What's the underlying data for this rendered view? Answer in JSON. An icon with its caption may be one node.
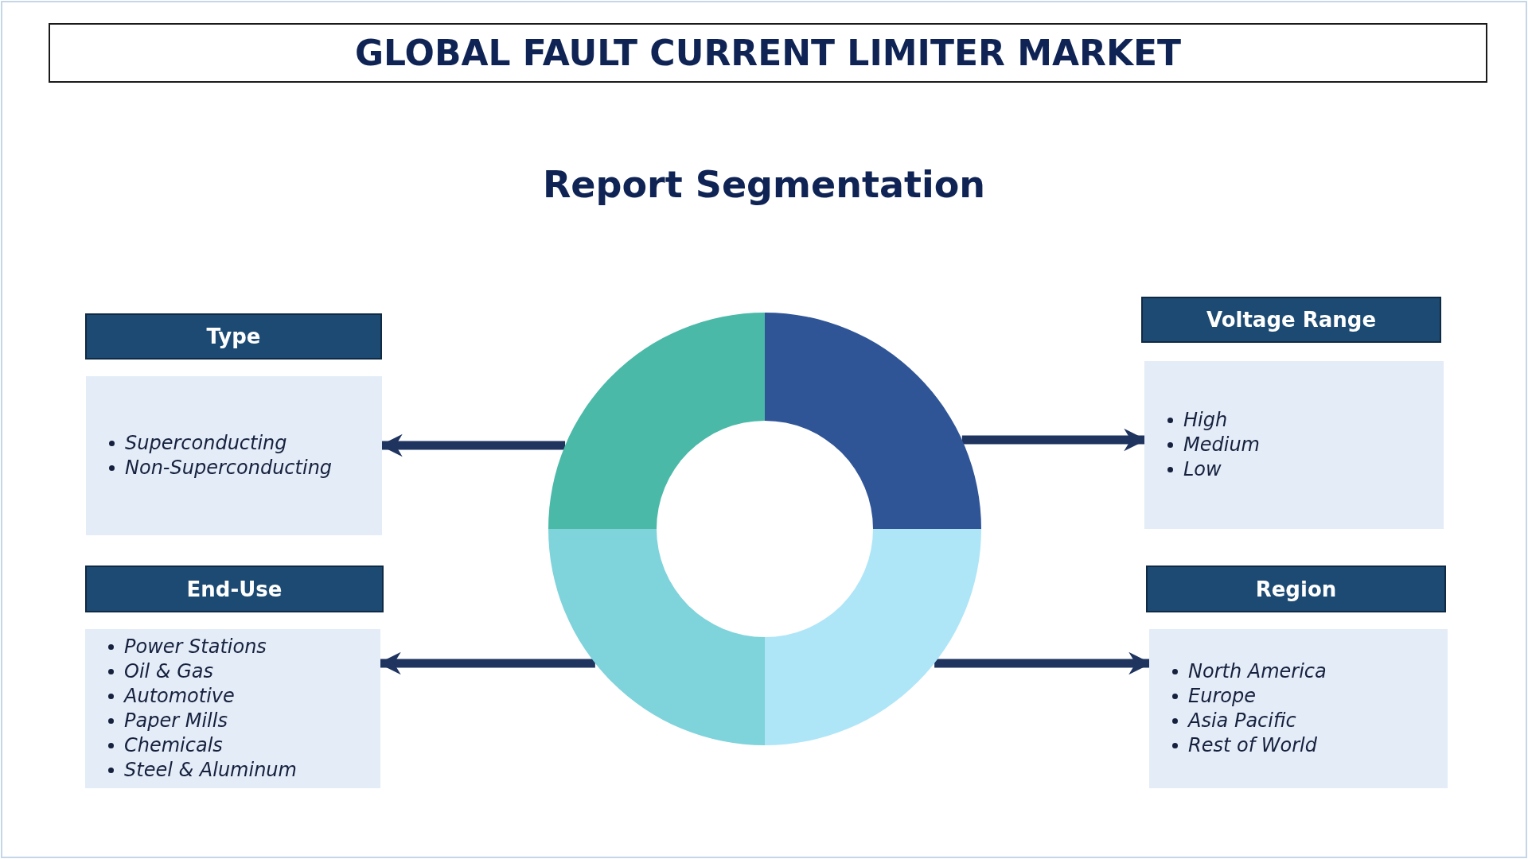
{
  "diagram": {
    "title": "GLOBAL FAULT CURRENT LIMITER MARKET",
    "nodes": [
      {
        "text": [
          "Type"
        ]
      },
      {
        "text": [
          "Superconducting",
          "Non-Superconducting"
        ]
      },
      {
        "text": [
          "Voltage Range"
        ]
      },
      {
        "text": [
          "High",
          "Medium",
          "Low"
        ]
      },
      {
        "text": [],
        "shape": "circle"
      },
      {
        "text": [
          "End-Use"
        ]
      },
      {
        "text": [
          "Power Stations",
          "Oil & Gas",
          "Automotive",
          "Paper Mills",
          "Chemicals",
          "Steel & Aluminum"
        ]
      },
      {
        "text": [
          "Region"
        ]
      },
      {
        "text": [
          "North America",
          "Europe",
          "Asia Pacific",
          "Rest of World"
        ]
      }
    ],
    "edges": [
      {
        "from": 4,
        "to": 1,
        "arrow": "to"
      },
      {
        "from": 4,
        "to": 3,
        "arrow": "to"
      },
      {
        "from": 4,
        "to": 6,
        "arrow": "to"
      },
      {
        "from": 4,
        "to": 8,
        "arrow": "to"
      }
    ],
    "labels": [
      "Report Segmentation"
    ]
  }
}
